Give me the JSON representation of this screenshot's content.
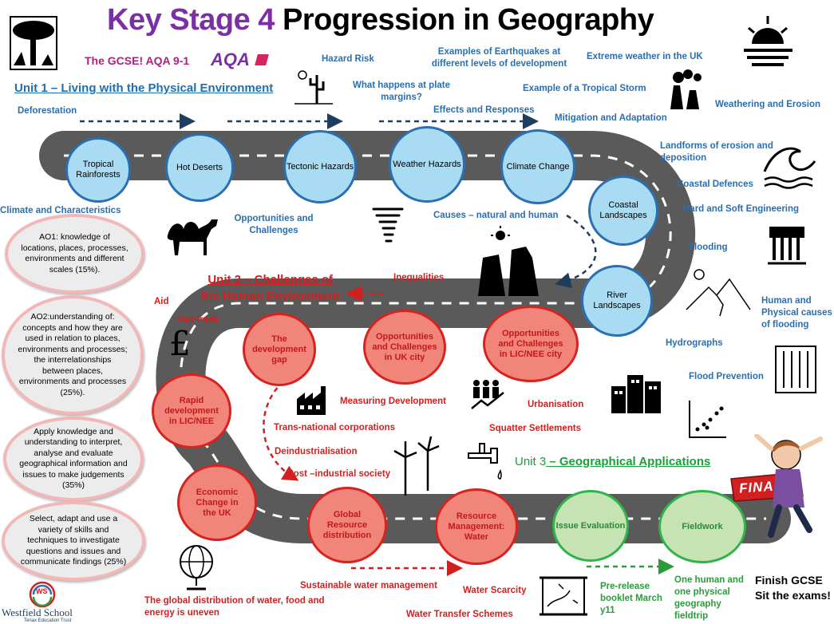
{
  "header": {
    "title_ks": "Key Stage 4",
    "title_rest": "Progression in Geography",
    "gcse": "The GCSE! AQA  9-1",
    "aqa_logo": "AQA"
  },
  "unit1": {
    "heading": "Unit 1 – Living with the Physical Environment",
    "circles": [
      "Tropical Rainforests",
      "Hot Deserts",
      "Tectonic Hazards",
      "Weather Hazards",
      "Climate Change",
      "Coastal Landscapes",
      "River Landscapes"
    ],
    "labels": {
      "deforestation": "Deforestation",
      "hazard_risk": "Hazard Risk",
      "plate_margins": "What happens at plate margins?",
      "earthquakes": "Examples of Earthquakes at different levels of development",
      "extreme_weather": "Extreme weather in the UK",
      "tropical_storm": "Example of a Tropical Storm",
      "weathering": "Weathering and Erosion",
      "effects": "Effects and Responses",
      "mitigation": "Mitigation and Adaptation",
      "landforms": "Landforms of erosion and deposition",
      "coastal_defences": "Coastal Defences",
      "climate_char": "Climate and Characteristics",
      "opportunities": "Opportunities and Challenges",
      "causes": "Causes – natural and human",
      "hard_soft": "Hard and Soft Engineering",
      "flooding": "Flooding",
      "human_physical": "Human and Physical causes of flooding",
      "hydrographs": "Hydrographs",
      "flood_prevention": "Flood Prevention"
    }
  },
  "unit2": {
    "heading_line1": "Unit 2 – Challenges of",
    "heading_line2": "the Human Environment",
    "circles": [
      "The development gap",
      "Opportunities and Challenges in UK city",
      "Opportunities and Challenges in LIC/NEE city",
      "Rapid development in LIC/NEE",
      "Economic Change in the UK"
    ],
    "labels": {
      "inequalities": "Inequalities",
      "aid": "Aid",
      "fair_trade": "Fair trade",
      "measuring": "Measuring Development",
      "urbanisation": "Urbanisation",
      "tnc": "Trans-national corporations",
      "squatter": "Squatter Settlements",
      "deindustrialisation": "Deindustrialisation",
      "post_industrial": "Post –industrial society"
    }
  },
  "resources": {
    "circles": [
      "Global Resource distribution",
      "Resource Management: Water"
    ],
    "labels": {
      "sustainable_water": "Sustainable water management",
      "water_scarcity": "Water Scarcity",
      "global_distribution": "The global distribution of water, food and energy is uneven",
      "transfer": "Water Transfer Schemes"
    }
  },
  "unit3": {
    "heading_prefix": "Unit 3",
    "heading_rest": " – Geographical Applications",
    "circles": [
      "Issue Evaluation",
      "Fieldwork"
    ],
    "labels": {
      "prerelease": "Pre-release booklet March y11",
      "fieldtrip": "One human and one physical geography fieldtrip",
      "finish": "Finish GCSE Sit the exams!",
      "finally": "FINALLY"
    }
  },
  "assessment": [
    "AO1: knowledge of locations, places, processes, environments and different scales (15%).",
    "AO2:understanding of: concepts and how they are used in relation to places, environments and processes; the interrelationships between places, environments and processes (25%).",
    "Apply knowledge and understanding to interpret, analyse and evaluate geographical information and issues to make judgements (35%)",
    "Select, adapt and use a variety of skills and techniques to investigate questions and issues and communicate findings (25%)"
  ],
  "school": {
    "logo_letters": "WS",
    "name": "Westfield School",
    "trust": "Tenax Education Trust"
  },
  "colors": {
    "unit1": "#2a6fb0",
    "unit2": "#d21f1f",
    "unit3": "#2a9d3a",
    "title_accent": "#7b2fa6"
  }
}
